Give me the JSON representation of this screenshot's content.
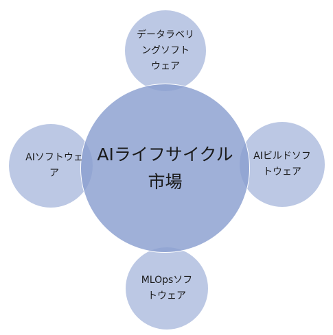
{
  "diagram": {
    "center": {
      "lines": [
        "AIライフサイクル",
        "市場"
      ]
    },
    "satellites": {
      "top": {
        "lines": [
          "データラベリ",
          "ングソフト",
          "ウェア"
        ]
      },
      "left": {
        "lines": [
          "AIソフトウェ",
          "ア"
        ]
      },
      "right": {
        "lines": [
          "AIビルドソフ",
          "トウェア"
        ]
      },
      "bottom": {
        "lines": [
          "MLOpsソフ",
          "トウェア"
        ]
      }
    }
  },
  "colors": {
    "satellite_fill": "#bcc8e4",
    "center_fill": "#8a9fd0",
    "overlap_fill": "#7a8fc6",
    "outline": "#ffffff",
    "text": "#1a1a1a"
  }
}
